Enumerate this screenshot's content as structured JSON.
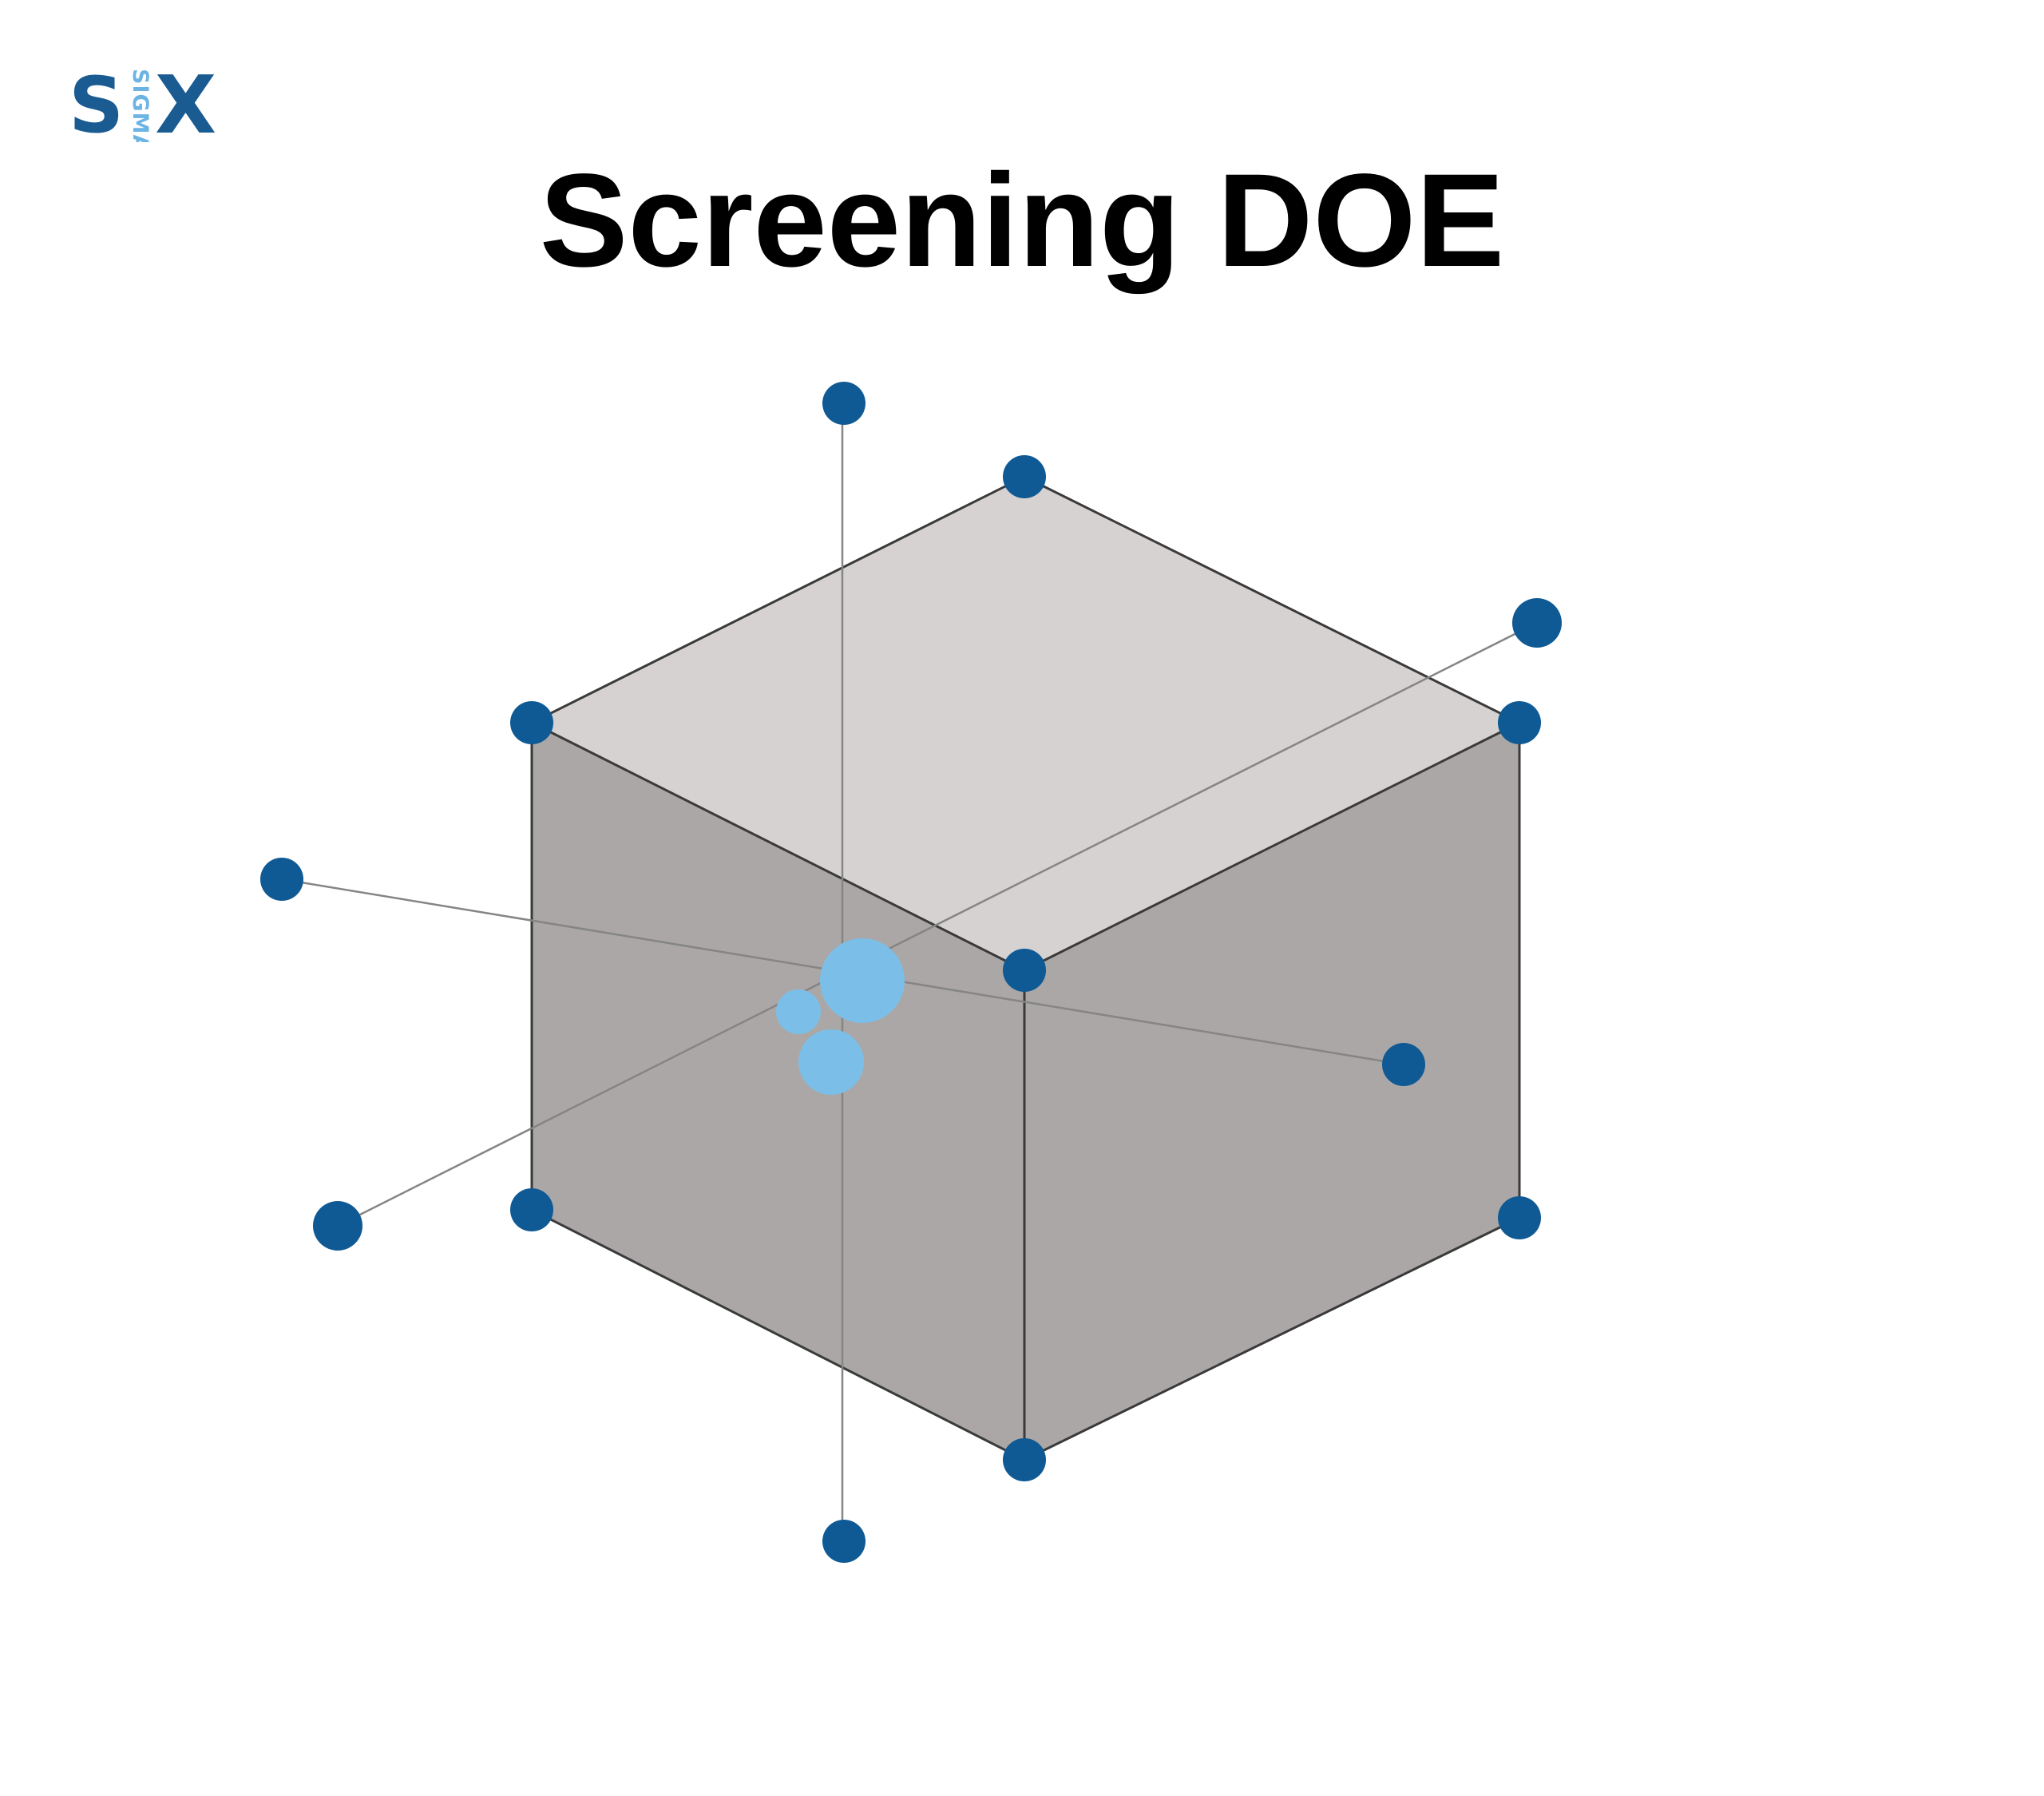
{
  "logo": {
    "letter_s": "S",
    "letter_x": "X",
    "sigma": "SIGMA"
  },
  "title": "Screening DOE",
  "colors": {
    "point_dark": "#0f5a94",
    "point_light": "#7bbfe8",
    "face_top": "#d6d2d1",
    "face_side": "#aba7a6",
    "edge": "#3a3a3a",
    "axis": "#858585",
    "logo_dark": "#1a5b92",
    "logo_light": "#6cb4e4"
  }
}
